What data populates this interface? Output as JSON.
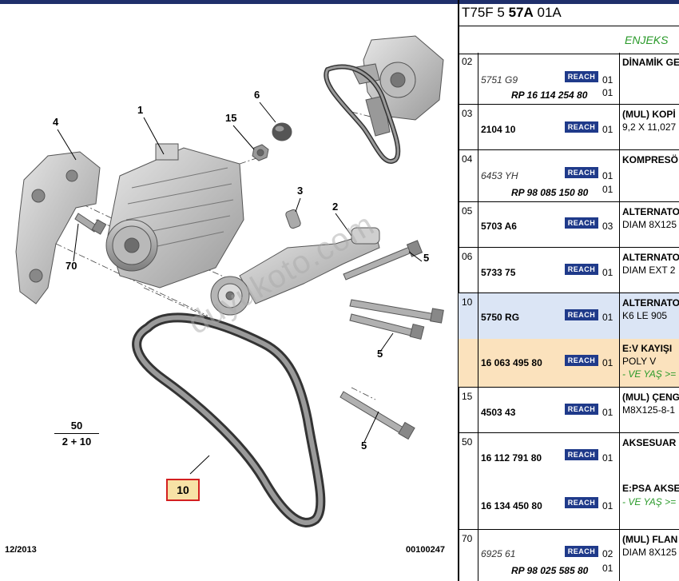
{
  "diagram": {
    "callouts": {
      "c1": "1",
      "c2": "2",
      "c3": "3",
      "c4": "4",
      "c5a": "5",
      "c5b": "5",
      "c5c": "5",
      "c6": "6",
      "c15": "15",
      "c70": "70"
    },
    "fraction_numerator": "50",
    "fraction_denominator": "2 + 10",
    "highlight_label": "10",
    "date": "12/2013",
    "drawing_code": "00100247",
    "watermark": "duyukoto.com"
  },
  "panel": {
    "code_prefix": "T75F 5",
    "code_bold": "57A",
    "code_suffix": "01A",
    "section_title": "ENJEKS",
    "reach_label": "REACH",
    "rows": [
      {
        "num": "02",
        "desc1": "DİNAMİK GE",
        "desc2": "",
        "desc3": "",
        "parts": [
          {
            "ref": "5751 G9",
            "style": "italic",
            "qty": "01"
          }
        ],
        "rp": "RP 16 114 254 80",
        "rp_qty": "01"
      },
      {
        "num": "03",
        "desc1": "(MUL) KOPİ",
        "desc2": "9,2 X 11,027",
        "desc3": "",
        "parts": [
          {
            "ref": "2104 10",
            "style": "bold",
            "qty": "01"
          }
        ]
      },
      {
        "num": "04",
        "desc1": "KOMPRESÖ",
        "desc2": "",
        "desc3": "",
        "parts": [
          {
            "ref": "6453 YH",
            "style": "italic",
            "qty": "01"
          }
        ],
        "rp": "RP 98 085 150 80",
        "rp_qty": "01"
      },
      {
        "num": "05",
        "desc1": "ALTERNATO",
        "desc2": "DIAM 8X125",
        "desc3": "",
        "parts": [
          {
            "ref": "5703 A6",
            "style": "bold",
            "qty": "03"
          }
        ]
      },
      {
        "num": "06",
        "desc1": "ALTERNATO",
        "desc2": "DIAM EXT 2",
        "desc3": "",
        "parts": [
          {
            "ref": "5733 75",
            "style": "bold",
            "qty": "01"
          }
        ]
      },
      {
        "num": "10",
        "desc1": "ALTERNATO",
        "desc2": "K6 LE 905",
        "desc3": "",
        "parts": [
          {
            "ref": "5750 RG",
            "style": "bold",
            "qty": "01"
          }
        ]
      },
      {
        "num": "",
        "desc1": "E:V KAYIŞI",
        "desc2": "POLY V",
        "desc3": "- VE YAŞ >=",
        "parts": [
          {
            "ref": "16 063 495 80",
            "style": "bold",
            "qty": "01"
          }
        ]
      },
      {
        "num": "15",
        "desc1": "(MUL) ÇENG",
        "desc2": "M8X125-8-1",
        "desc3": "",
        "parts": [
          {
            "ref": "4503 43",
            "style": "bold",
            "qty": "01"
          }
        ]
      },
      {
        "num": "50",
        "desc1": "AKSESUAR",
        "desc2": "",
        "desc3": "",
        "desc4": "E:PSA AKSE",
        "desc5": "- VE YAŞ >=",
        "parts": [
          {
            "ref": "16 112 791 80",
            "style": "bold",
            "qty": "01"
          },
          {
            "ref": "16 134 450 80",
            "style": "bold",
            "qty": "01"
          }
        ]
      },
      {
        "num": "70",
        "desc1": "(MUL) FLAN",
        "desc2": "DIAM 8X125",
        "desc3": "",
        "parts": [
          {
            "ref": "6925 61",
            "style": "italic",
            "qty": "02"
          }
        ],
        "rp": "RP 98 025 585 80",
        "rp_qty": "01"
      }
    ]
  }
}
